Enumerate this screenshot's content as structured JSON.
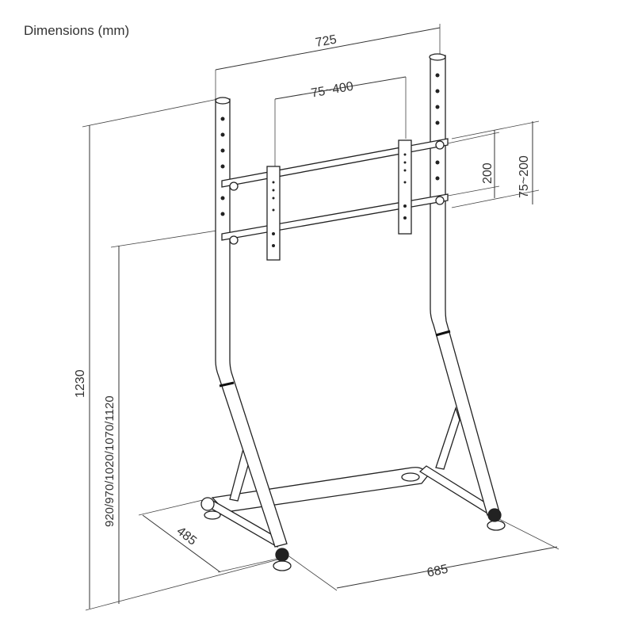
{
  "title": "Dimensions (mm)",
  "dimensions": {
    "overall_width": "725",
    "vesa_horizontal": "75~400",
    "bracket_height": "200",
    "vesa_vertical": "75~200",
    "total_height": "1230",
    "mount_heights": "920/970/1020/1070/1120",
    "base_depth": "485",
    "base_width": "685"
  }
}
